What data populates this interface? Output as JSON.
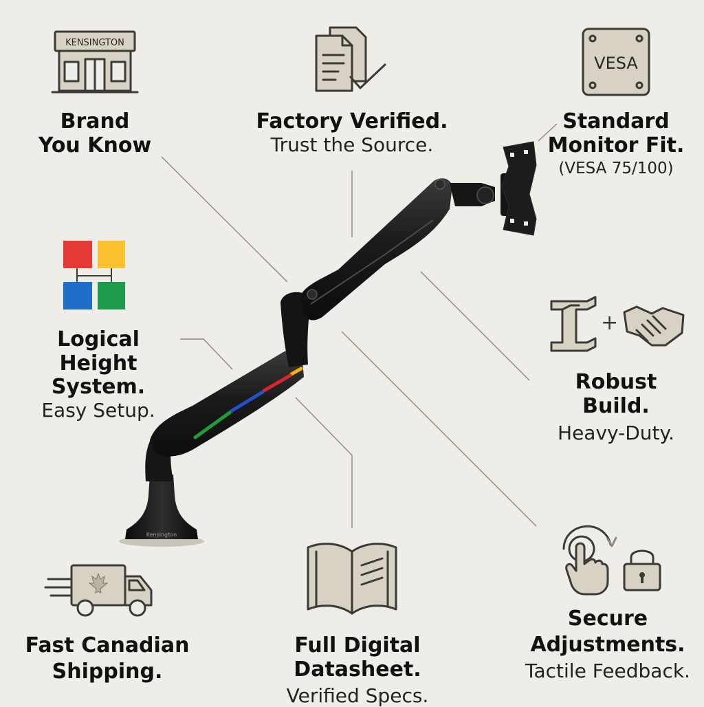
{
  "features": {
    "brand": {
      "heading_1": "Brand",
      "heading_2": "You Know",
      "sign_text": "KENSINGTON"
    },
    "factory": {
      "heading": "Factory Verified.",
      "sub": "Trust the Source."
    },
    "vesa": {
      "heading_1": "Standard",
      "heading_2": "Monitor Fit.",
      "sub": "(VESA 75/100)",
      "plate_text": "VESA"
    },
    "height": {
      "heading_1": "Logical Height",
      "heading_2": "System.",
      "sub": "Easy Setup."
    },
    "robust": {
      "heading": "Robust Build.",
      "sub": "Heavy-Duty."
    },
    "shipping": {
      "heading_1": "Fast Canadian",
      "heading_2": "Shipping."
    },
    "datasheet": {
      "heading": "Full Digital Datasheet.",
      "sub": "Verified Specs."
    },
    "secure": {
      "heading_1": "Secure",
      "heading_2": "Adjustments.",
      "sub": "Tactile Feedback."
    }
  },
  "product": {
    "base_label": "Kensington"
  },
  "colors": {
    "background": "#efede7",
    "icon_fill": "#d7d2c4",
    "icon_stroke": "#3c3a36",
    "arm_body": "#1a1a1a",
    "square_red": "#e53935",
    "square_yellow": "#fbc02d",
    "square_blue": "#1e6fc8",
    "square_green": "#1e9b4a",
    "stripe_yellow": "#f5b400",
    "stripe_red": "#d8262f",
    "stripe_blue": "#2451c7",
    "stripe_green": "#1f9d3a"
  }
}
